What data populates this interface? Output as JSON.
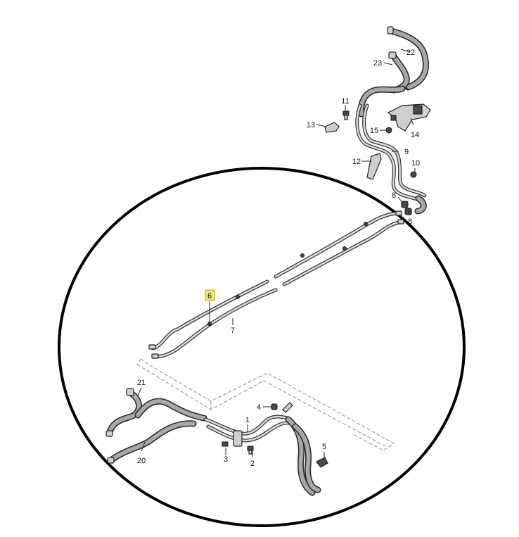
{
  "callouts": {
    "c1": "1",
    "c2": "2",
    "c3": "3",
    "c4": "4",
    "c5": "5",
    "c6": "6",
    "c7": "7",
    "c8a": "8",
    "c8b": "8",
    "c9": "9",
    "c10": "10",
    "c11": "11",
    "c12": "12",
    "c13": "13",
    "c14": "14",
    "c15": "15",
    "c20": "20",
    "c21": "21",
    "c22": "22",
    "c23": "23"
  },
  "highlighted_callout": "6",
  "colors": {
    "highlight": "#f4e76a",
    "ring": "#000000",
    "line": "#222222"
  }
}
